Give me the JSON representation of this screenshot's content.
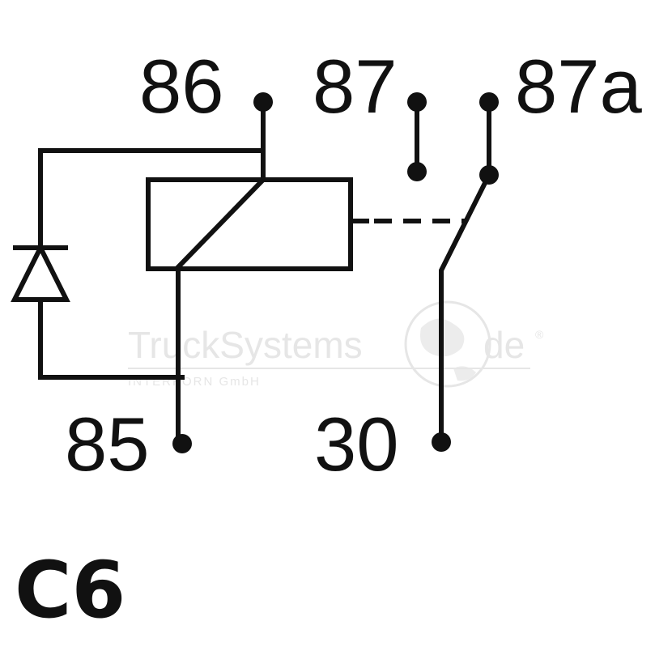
{
  "diagram": {
    "pins": {
      "p86": "86",
      "p87": "87",
      "p87a": "87a",
      "p85": "85",
      "p30": "30"
    },
    "code": "C6",
    "watermark": {
      "main_left": "TruckSystems",
      "main_right": "de",
      "sub": "INTERKORN GmbH",
      "registered": "®"
    },
    "colors": {
      "ink": "#111111",
      "watermark": "#e6e6e6",
      "background": "#ffffff"
    }
  }
}
